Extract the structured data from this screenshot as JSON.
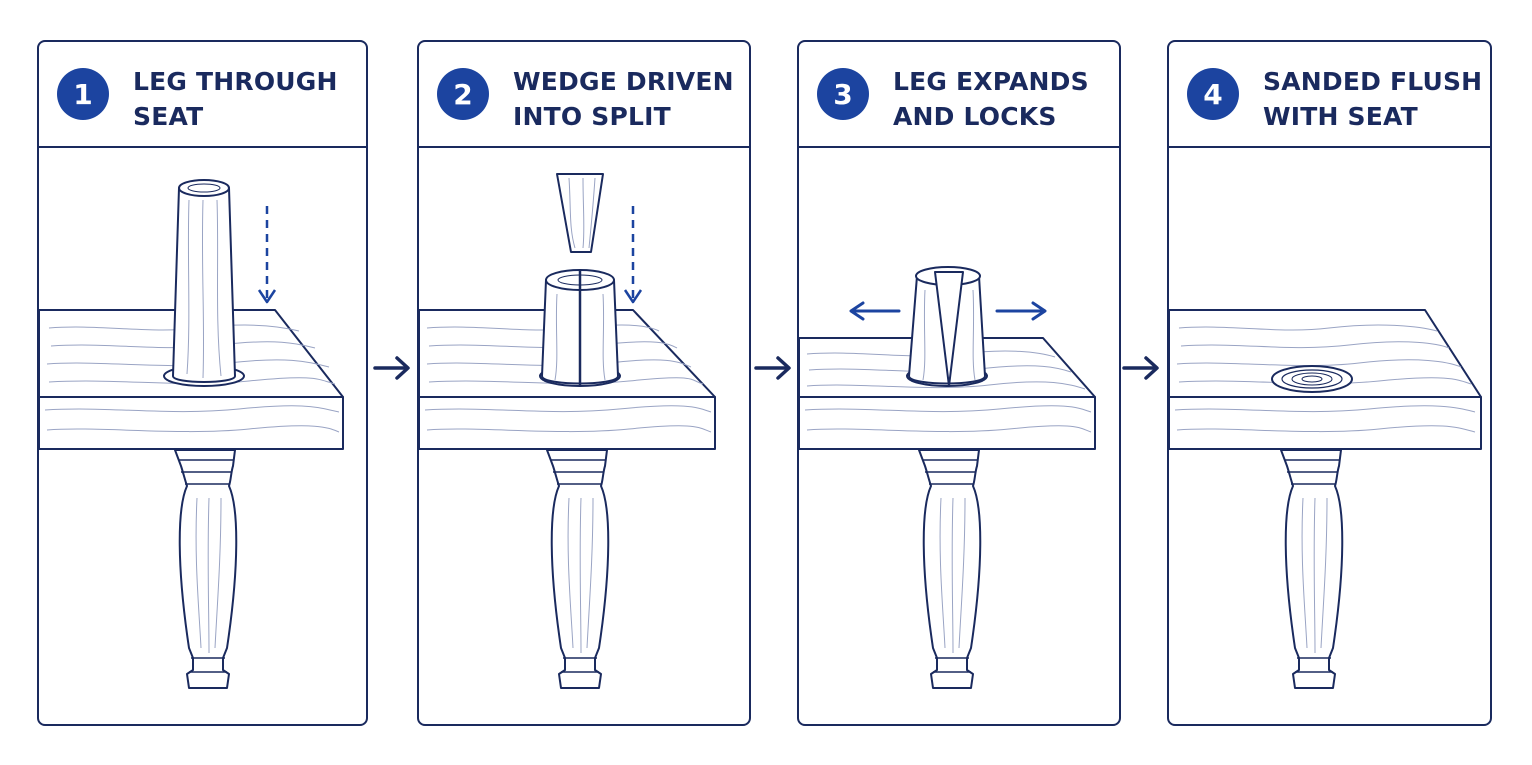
{
  "steps": [
    {
      "number": "1",
      "title_lines": [
        "LEG THROUGH",
        "SEAT"
      ]
    },
    {
      "number": "2",
      "title_lines": [
        "WEDGE DRIVEN",
        "INTO SPLIT"
      ]
    },
    {
      "number": "3",
      "title_lines": [
        "LEG EXPANDS",
        "AND LOCKS"
      ]
    },
    {
      "number": "4",
      "title_lines": [
        "SANDED FLUSH",
        "WITH SEAT"
      ]
    }
  ],
  "colors": {
    "outline": "#1a2a5e",
    "accent": "#1c44a0",
    "badge_text": "#ffffff",
    "grain": "#9aa4c4"
  },
  "icons": [
    "arrow-right-icon",
    "arrow-down-dashed-icon",
    "arrow-left-icon",
    "wedge-icon"
  ]
}
